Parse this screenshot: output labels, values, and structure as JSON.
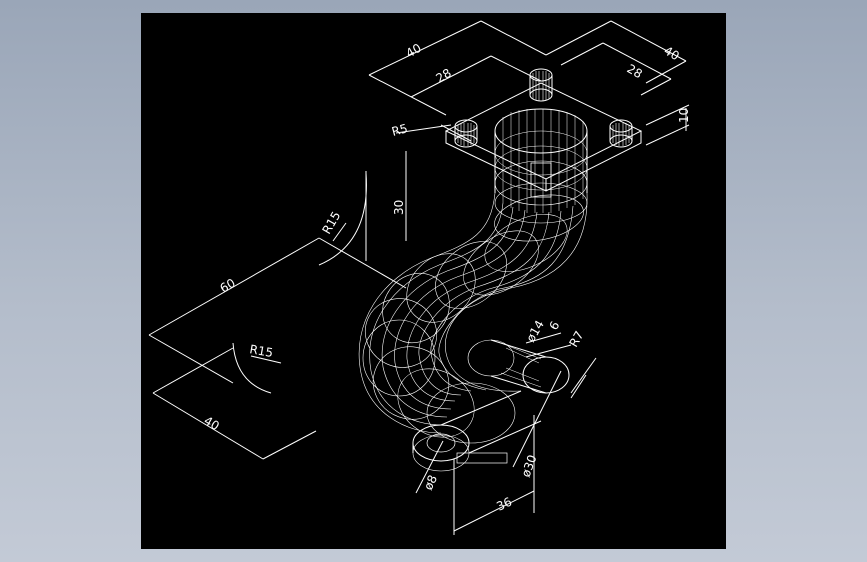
{
  "colors": {
    "background": "#a9b3c3",
    "viewport": "#000000",
    "lines": "#ffffff"
  },
  "dimensions": {
    "top_left_40": "40",
    "top_left_28": "28",
    "top_right_40": "40",
    "top_right_28": "28",
    "flange_height": "10",
    "bolt_radius": "R5",
    "bend_upper_radius": "R15",
    "bend_upper_height": "30",
    "horizontal_60": "60",
    "bend_lower_radius": "R15",
    "horizontal_40": "40",
    "port_diameter": "ø14",
    "port_depth": "6",
    "port_radius": "R7",
    "outer_diameter": "ø30",
    "base_diameter": "ø8",
    "base_length": "36"
  }
}
